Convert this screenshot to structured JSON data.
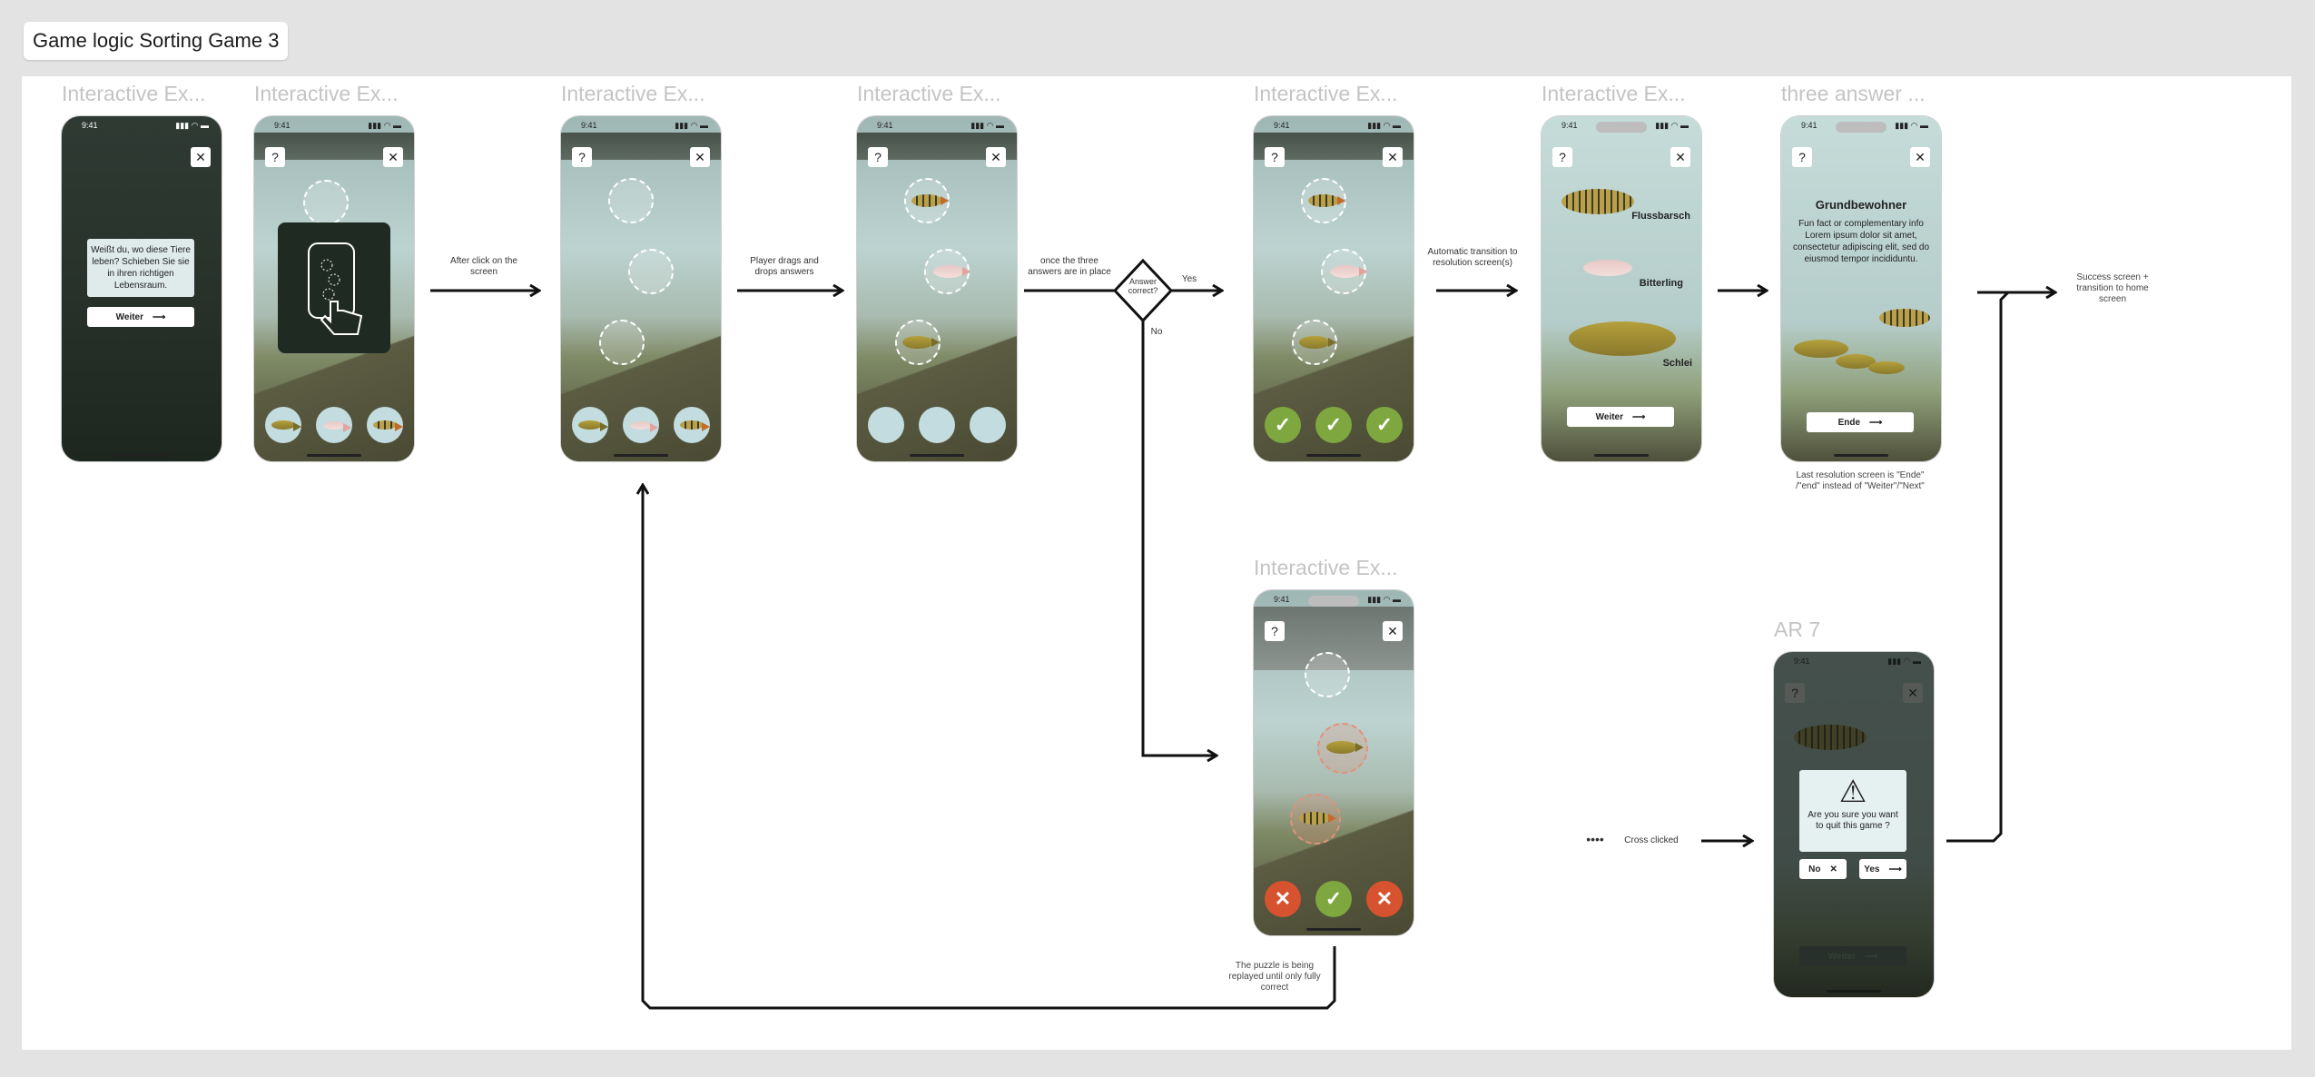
{
  "board": {
    "title": "Game logic Sorting Game 3"
  },
  "frames": [
    {
      "label": "Interactive Ex..."
    },
    {
      "label": "Interactive Ex..."
    },
    {
      "label": "Interactive Ex..."
    },
    {
      "label": "Interactive Ex..."
    },
    {
      "label": "Interactive Ex..."
    },
    {
      "label": "Interactive Ex..."
    },
    {
      "label": "three answer ..."
    },
    {
      "label": "Interactive Ex..."
    },
    {
      "label": "AR 7"
    }
  ],
  "status": {
    "time": "9:41",
    "icons": "▮▮▮ ◠ ▬"
  },
  "buttons": {
    "help": "?",
    "close": "✕",
    "weiter": "Weiter",
    "ende": "Ende",
    "no": "No",
    "yes": "Yes",
    "arrow": "⟶"
  },
  "intro": {
    "text": "Weißt du, wo diese Tiere leben? Schieben Sie sie in ihren richtigen Lebensraum."
  },
  "resolution": {
    "fish": [
      "Flussbarsch",
      "Bitterling",
      "Schlei"
    ]
  },
  "three_answer": {
    "heading": "Grundbewohner",
    "body": "Fun fact or complementary info Lorem ipsum dolor sit amet, consectetur adipiscing elit, sed do eiusmod tempor incididuntu."
  },
  "quit_dialog": {
    "text": "Are you sure you want to quit this game ?",
    "warning": "⚠"
  },
  "results": {
    "ok": "✓",
    "bad": "✕"
  },
  "annotations": {
    "after_click": "After click on the screen",
    "drags": "Player drags and drops answers",
    "once_three": "once the three answers are in place",
    "decision": "Answer correct?",
    "yes": "Yes",
    "no": "No",
    "auto_transition": "Automatic transition to resolution screen(s)",
    "success": "Success screen + transition to home screen",
    "last_resolution": "Last resolution screen is \"Ende\" /\"end\" instead of \"Weiter\"/\"Next\"",
    "replay": "The puzzle is being replayed until only fully correct",
    "cross_clicked": "Cross clicked",
    "dots": "••••"
  }
}
